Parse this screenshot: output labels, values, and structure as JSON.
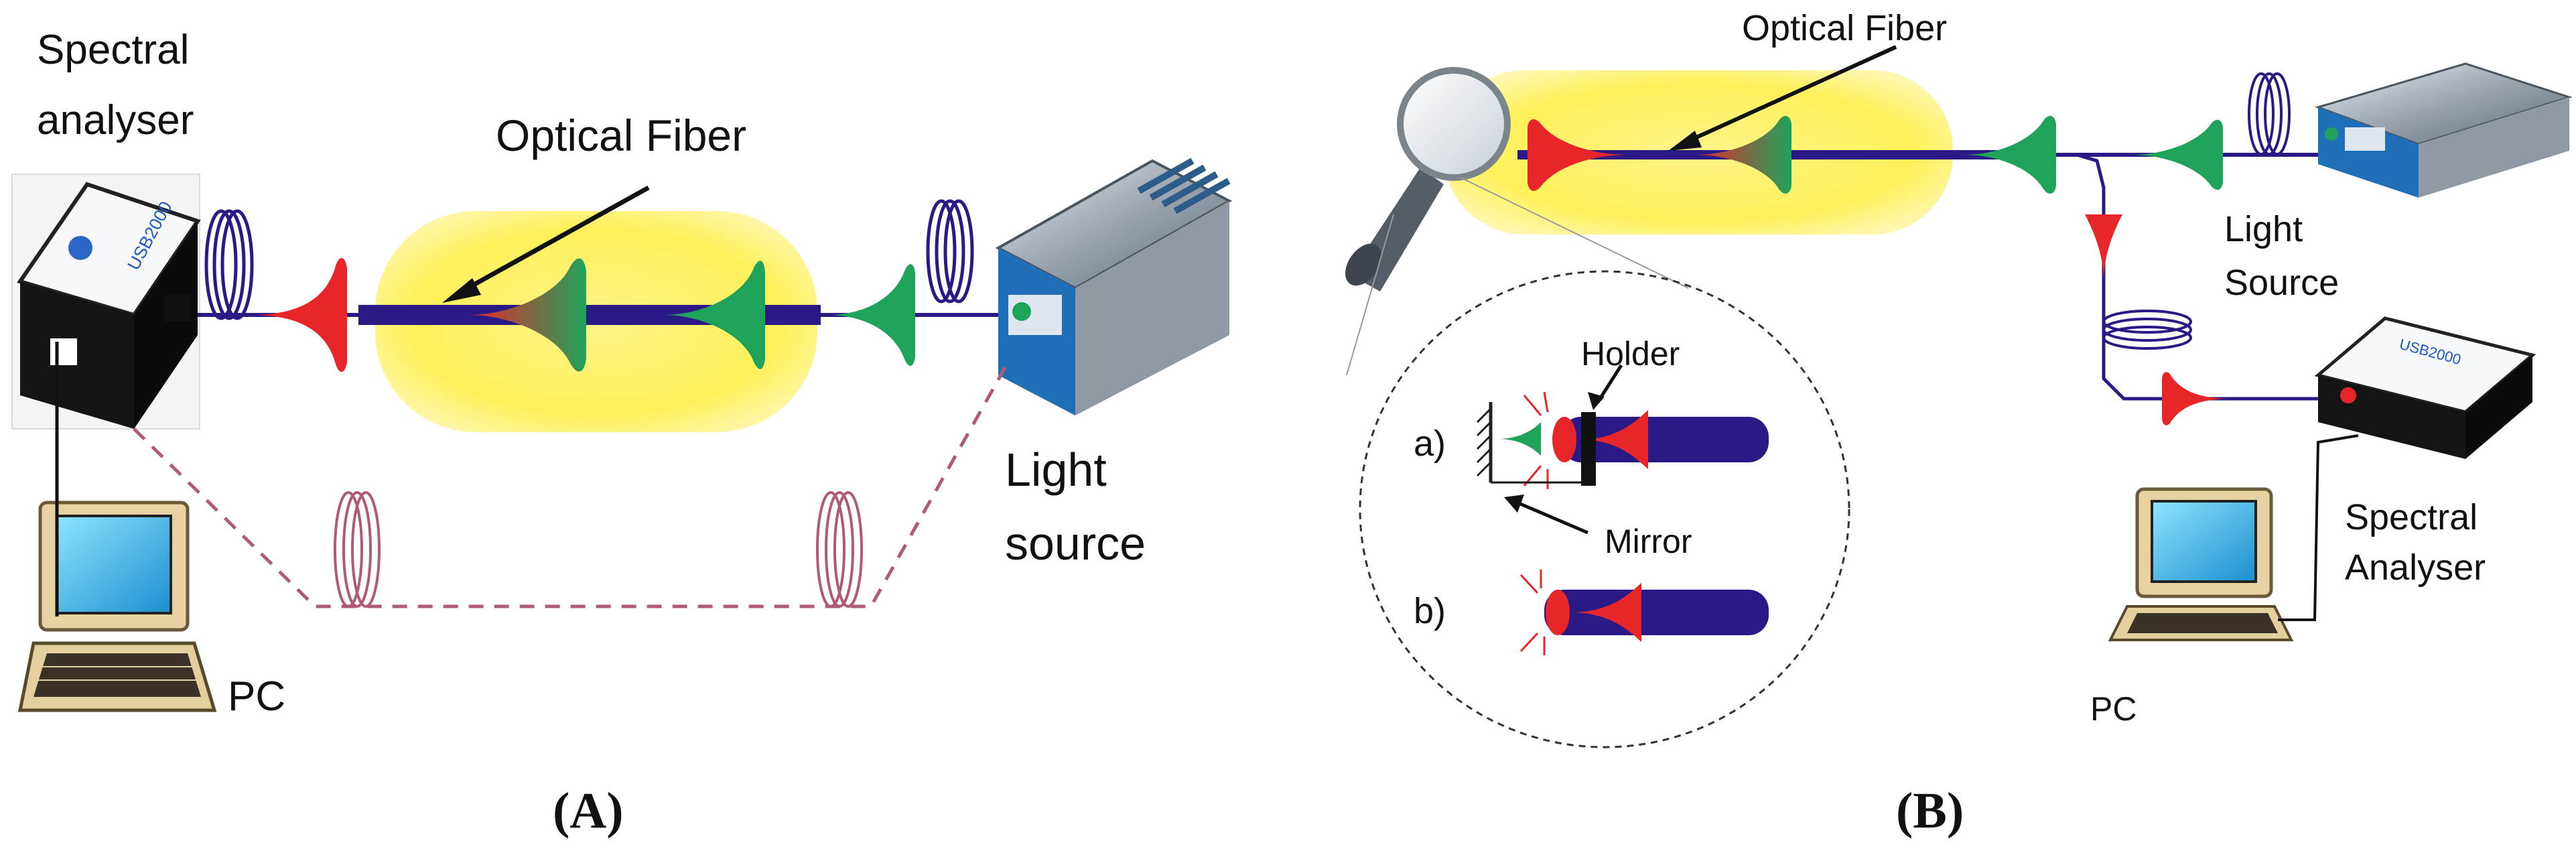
{
  "panel_a": {
    "spectral_label_line1": "Spectral",
    "spectral_label_line2": "analyser",
    "fiber_label": "Optical Fiber",
    "light_label_line1": "Light",
    "light_label_line2": "source",
    "pc_label": "PC",
    "device_text": "USB2000",
    "caption": "(A)"
  },
  "panel_b": {
    "fiber_label": "Optical Fiber",
    "light_label_line1": "Light",
    "light_label_line2": "Source",
    "spectral_label_line1": "Spectral",
    "spectral_label_line2": "Analyser",
    "pc_label": "PC",
    "holder_label": "Holder",
    "mirror_label": "Mirror",
    "option_a": "a)",
    "option_b": "b)",
    "device_text": "USB2000",
    "caption": "(B)"
  },
  "colors": {
    "fiber": "#2b1a86",
    "highlight": "#fff27a",
    "red_signal": "#e8262a",
    "green_signal": "#1fa35a",
    "dashed_link": "#b05a7a"
  }
}
